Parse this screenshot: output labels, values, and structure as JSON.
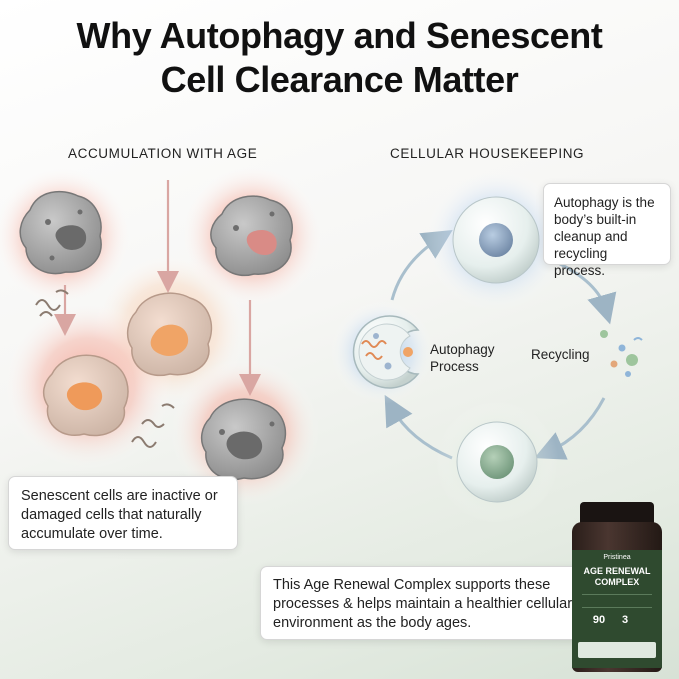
{
  "title": {
    "line1": "Why Autophagy and Senescent",
    "line2": "Cell Clearance Matter"
  },
  "left_section": {
    "heading": "ACCUMULATION WITH AGE",
    "callout": "Senescent cells are inactive or damaged cells that naturally accumulate over time."
  },
  "right_section": {
    "heading": "CELLULAR HOUSEKEEPING",
    "callout": "Autophagy is the body’s built-in cleanup and recycling process.",
    "labels": {
      "autophagy_line1": "Autophagy",
      "autophagy_line2": "Process",
      "recycling": "Recycling"
    }
  },
  "product_callout": "This Age Renewal Complex supports these processes & helps maintain a healthier cellular environment as the body ages.",
  "product": {
    "brand": "Pristinea",
    "name_line1": "AGE RENEWAL",
    "name_line2": "COMPLEX",
    "count": "90",
    "servings": "3"
  },
  "colors": {
    "glow_red": "#f3a89a",
    "glow_blue": "#a9c8ec",
    "arrow": "#9fb6c6",
    "cell_gray": "#8d8d8d",
    "jar_dark": "#2b2320",
    "label_green": "#2f4a2f"
  }
}
